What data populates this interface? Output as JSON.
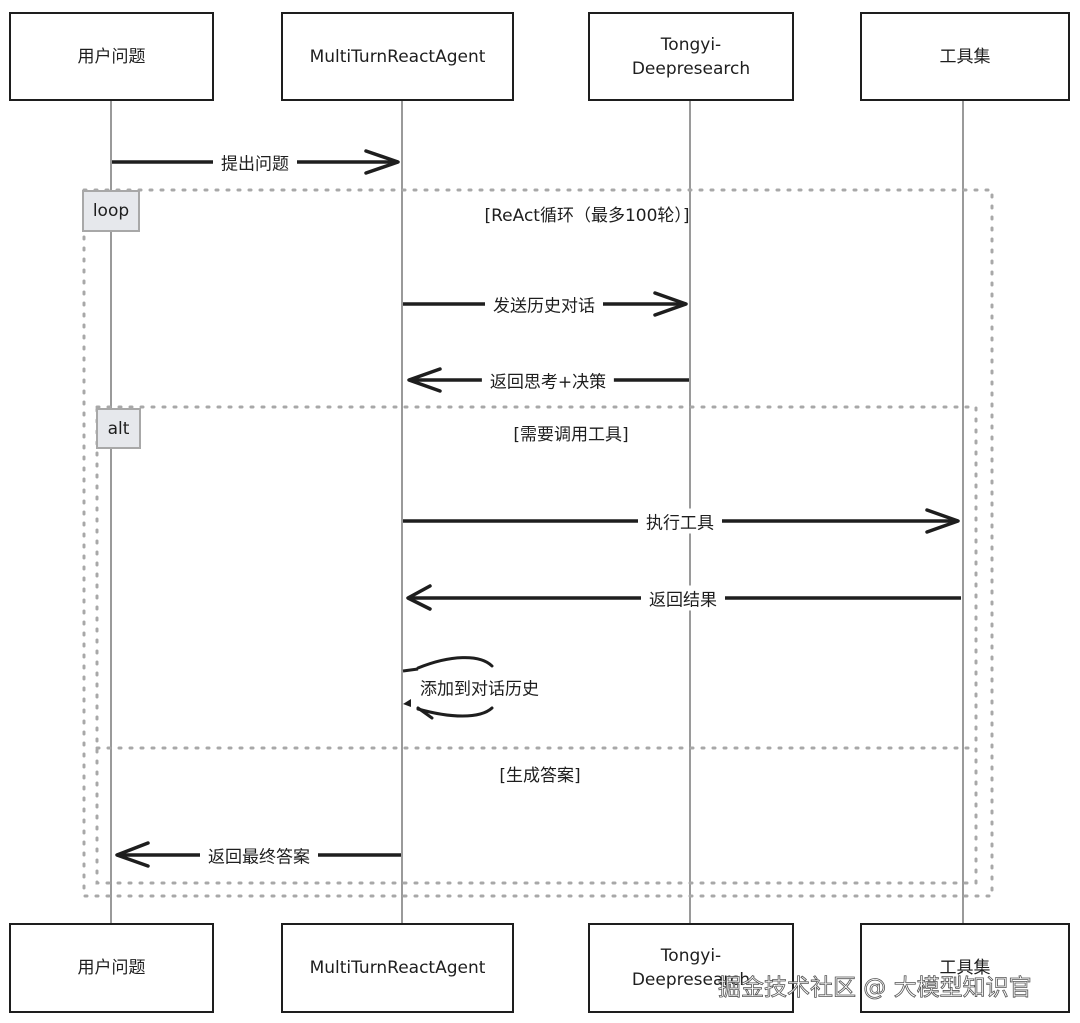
{
  "actors": [
    {
      "id": "user",
      "label": "用户问题"
    },
    {
      "id": "agent",
      "label": "MultiTurnReactAgent"
    },
    {
      "id": "tongyi",
      "label": "Tongyi-\nDeepresearch"
    },
    {
      "id": "tools",
      "label": "工具集"
    }
  ],
  "frames": {
    "loop": {
      "tag": "loop",
      "condition": "[ReAct循环（最多100轮）]"
    },
    "alt": {
      "tag": "alt",
      "condition": "[需要调用工具]",
      "else_condition": "[生成答案]"
    }
  },
  "messages": [
    {
      "from": "user",
      "to": "agent",
      "label": "提出问题"
    },
    {
      "from": "agent",
      "to": "tongyi",
      "label": "发送历史对话"
    },
    {
      "from": "tongyi",
      "to": "agent",
      "label": "返回思考+决策"
    },
    {
      "from": "agent",
      "to": "tools",
      "label": "执行工具"
    },
    {
      "from": "tools",
      "to": "agent",
      "label": "返回结果"
    },
    {
      "from": "agent",
      "to": "agent",
      "label": "添加到对话历史"
    },
    {
      "from": "agent",
      "to": "user",
      "label": "返回最终答案"
    }
  ],
  "watermark": "掘金技术社区 @ 大模型知识官",
  "colors": {
    "stroke": "#1e1e1e",
    "lifeline": "#9a9a9a",
    "frame": "#a8a8a8",
    "tag_bg": "#e6e8ec"
  }
}
